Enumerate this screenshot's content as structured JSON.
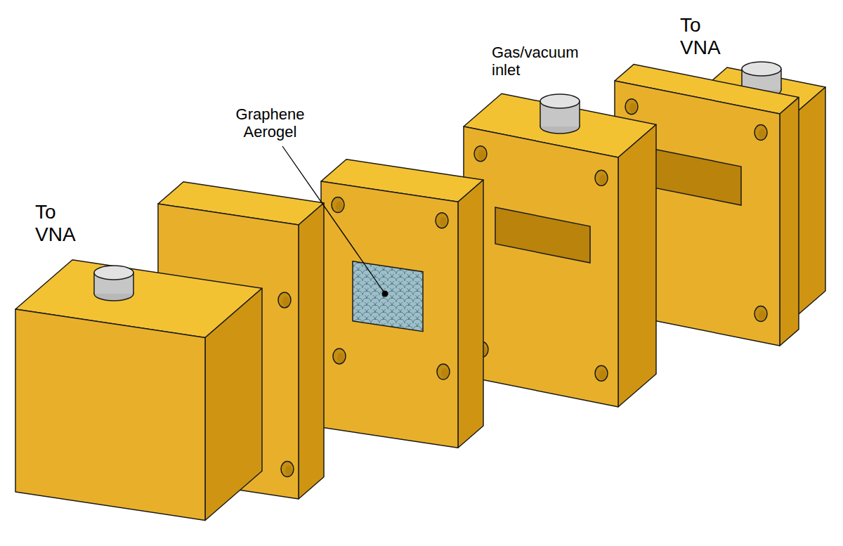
{
  "diagram": {
    "labels": [
      "To VNA",
      "Graphene Aerogel",
      "Gas/vacuum inlet",
      "To VNA"
    ]
  }
}
